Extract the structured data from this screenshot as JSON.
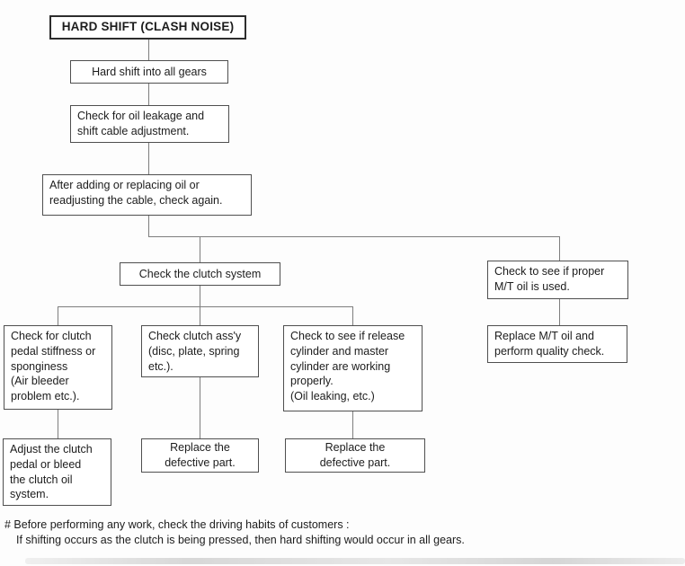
{
  "diagram": {
    "title": "HARD SHIFT (CLASH NOISE)",
    "nodes": {
      "symptom": "Hard shift into all gears",
      "check_oil_leakage": "Check for oil leakage and\nshift cable adjustment.",
      "recheck_after_adjust": "After adding or replacing oil or\nreadjusting the cable, check again.",
      "check_clutch_system": "Check the clutch system",
      "check_mt_oil": "Check to see if proper\nM/T oil is used.",
      "check_clutch_pedal": "Check for clutch\npedal stiffness or\nsponginess\n(Air bleeder\nproblem etc.).",
      "check_clutch_assy": "Check clutch ass'y\n(disc, plate, spring\netc.).",
      "check_release_cylinder": "Check to see if release\ncylinder and master\ncylinder are working\nproperly.\n(Oil leaking, etc.)",
      "replace_mt_oil": "Replace M/T oil and\nperform quality check.",
      "adjust_clutch_pedal": "Adjust the clutch\npedal or bleed\nthe clutch oil\nsystem.",
      "replace_defective_left": "Replace the\ndefective part.",
      "replace_defective_right": "Replace the\ndefective part."
    },
    "footnote": {
      "line1": "# Before performing any work, check the driving habits of customers :",
      "line2": "If shifting occurs as the clutch is being pressed, then hard shifting would occur in all gears."
    },
    "colors": {
      "background": "#fdfdfd",
      "box_border": "#4f4f4f",
      "title_border": "#2d2d2d",
      "connector": "#7e7e7e",
      "text": "#1c1c1c"
    }
  }
}
